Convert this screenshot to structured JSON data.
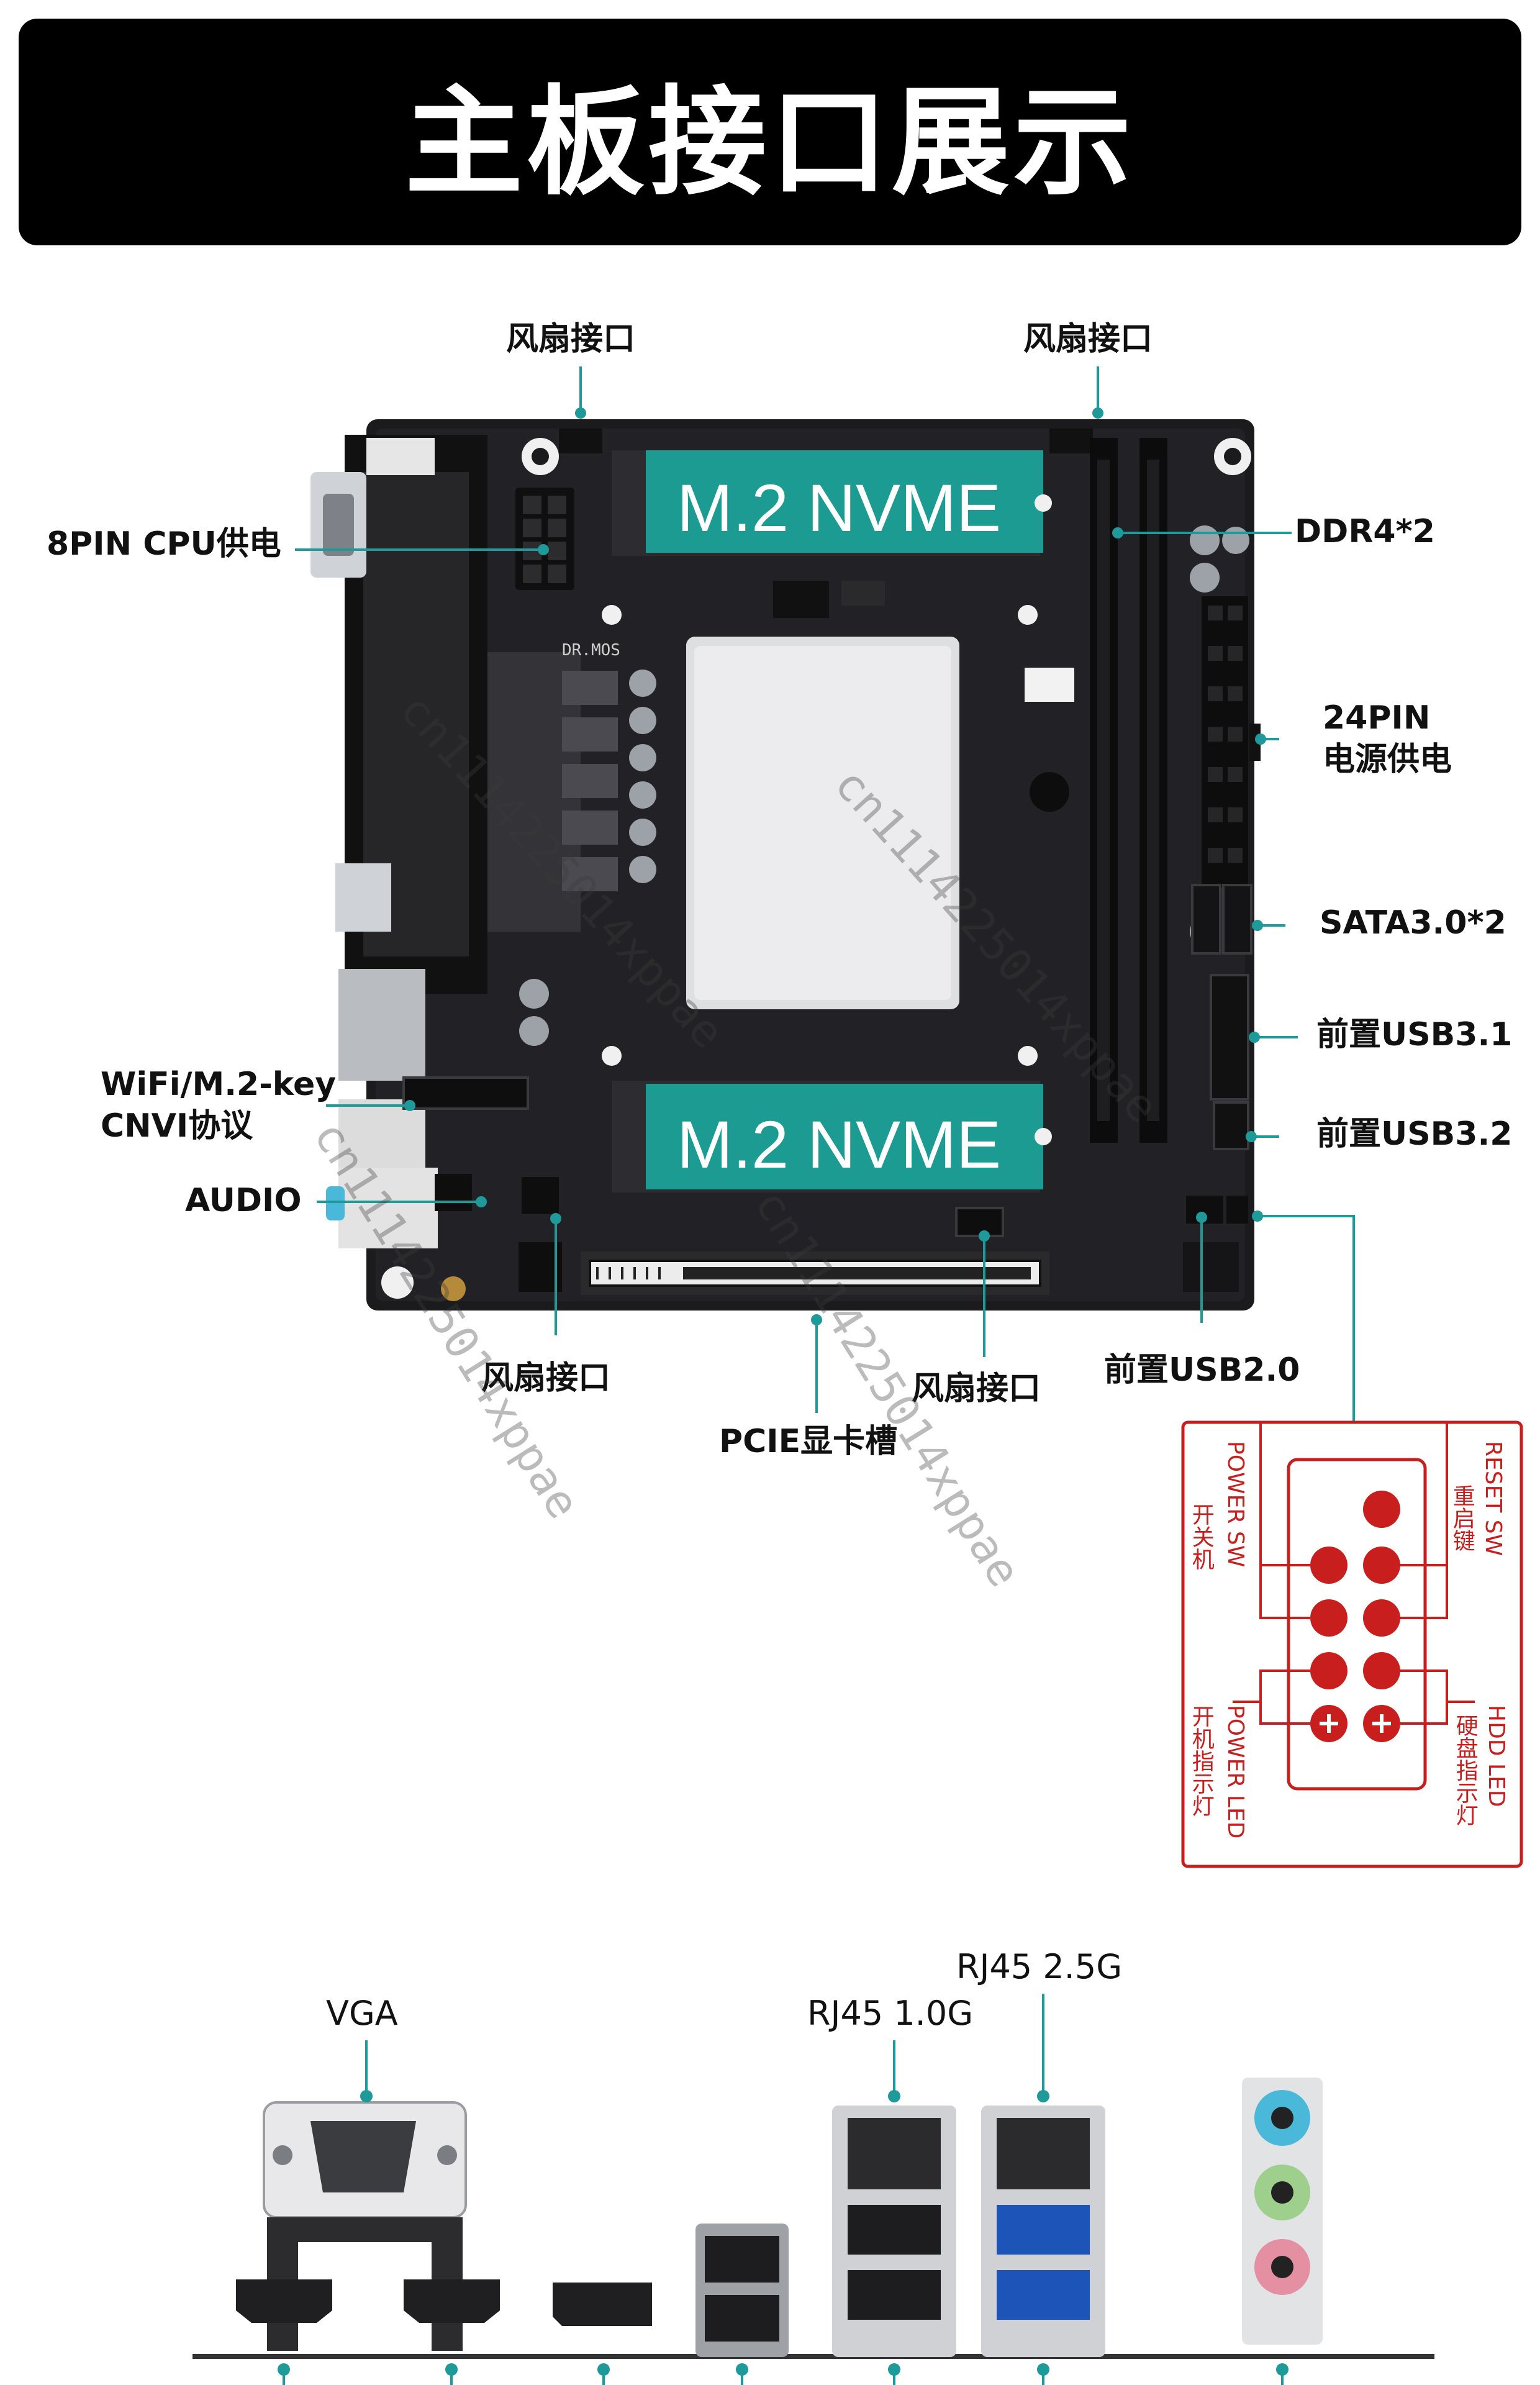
{
  "banner": {
    "title": "主板接口展示"
  },
  "board_labels": {
    "fan_top_left": "风扇接口",
    "fan_top_right": "风扇接口",
    "cpu_power": "8PIN CPU供电",
    "ddr4": "DDR4*2",
    "atx_power_line1": "24PIN",
    "atx_power_line2": "电源供电",
    "sata": "SATA3.0*2",
    "usb31": "前置USB3.1",
    "usb32": "前置USB3.2",
    "wifi_line1": "WiFi/M.2-key",
    "wifi_line2": "CNVI协议",
    "audio": "AUDIO",
    "fan_bottom_left": "风扇接口",
    "fan_bottom_right": "风扇接口",
    "usb20": "前置USB2.0",
    "pcie": "PCIE显卡槽",
    "m2_top": "M.2 NVME",
    "m2_bottom": "M.2 NVME",
    "dr_mos": "DR.MOS"
  },
  "front_panel": {
    "reset_sw": "RESET SW",
    "reset_cn": "重启键",
    "power_sw": "POWER SW",
    "power_cn": "开关机",
    "hdd_led": "HDD LED",
    "hdd_cn": "硬盘指示灯",
    "power_led": "POWER LED",
    "power_led_cn": "开机指示灯"
  },
  "rear_io": {
    "vga": "VGA",
    "rj45_1g": "RJ45 1.0G",
    "rj45_25g": "RJ45 2.5G"
  },
  "watermark": "cn1114225014xppae",
  "colors": {
    "accent": "#1e9a9a",
    "m2_label_bg": "#1c9b93",
    "pin_red": "#c81e1e",
    "banner_bg": "#000000"
  }
}
